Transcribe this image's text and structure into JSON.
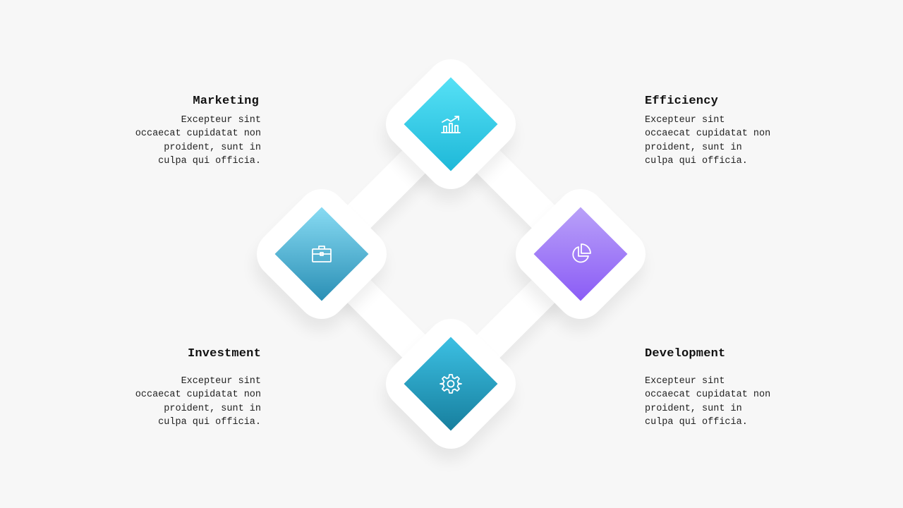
{
  "colors": {
    "background": "#f7f7f7",
    "frame": "#ffffff",
    "top_tile": [
      "#56e1f6",
      "#1eb8d8"
    ],
    "left_tile": [
      "#88dbf3",
      "#2a8fb5"
    ],
    "right_tile": [
      "#b9a1f8",
      "#8b5cf6"
    ],
    "bottom_tile": [
      "#3cc0e3",
      "#177f9e"
    ],
    "icon_stroke": "#ffffff"
  },
  "nodes": [
    {
      "id": "top",
      "icon": "growth-chart-icon"
    },
    {
      "id": "left",
      "icon": "briefcase-icon"
    },
    {
      "id": "right",
      "icon": "pie-chart-icon"
    },
    {
      "id": "bottom",
      "icon": "gear-icon"
    }
  ],
  "items": {
    "marketing": {
      "title": "Marketing",
      "lines": [
        "Excepteur sint",
        "occaecat cupidatat non",
        "proident, sunt in",
        "culpa qui officia."
      ]
    },
    "efficiency": {
      "title": "Efficiency",
      "lines": [
        "Excepteur sint",
        "occaecat cupidatat non",
        "proident, sunt in",
        "culpa qui officia."
      ]
    },
    "investment": {
      "title": "Investment",
      "lines": [
        "Excepteur sint",
        "occaecat cupidatat non",
        "proident, sunt in",
        "culpa qui officia."
      ]
    },
    "development": {
      "title": "Development",
      "lines": [
        "Excepteur sint",
        "occaecat cupidatat non",
        "proident, sunt in",
        "culpa qui officia."
      ]
    }
  }
}
